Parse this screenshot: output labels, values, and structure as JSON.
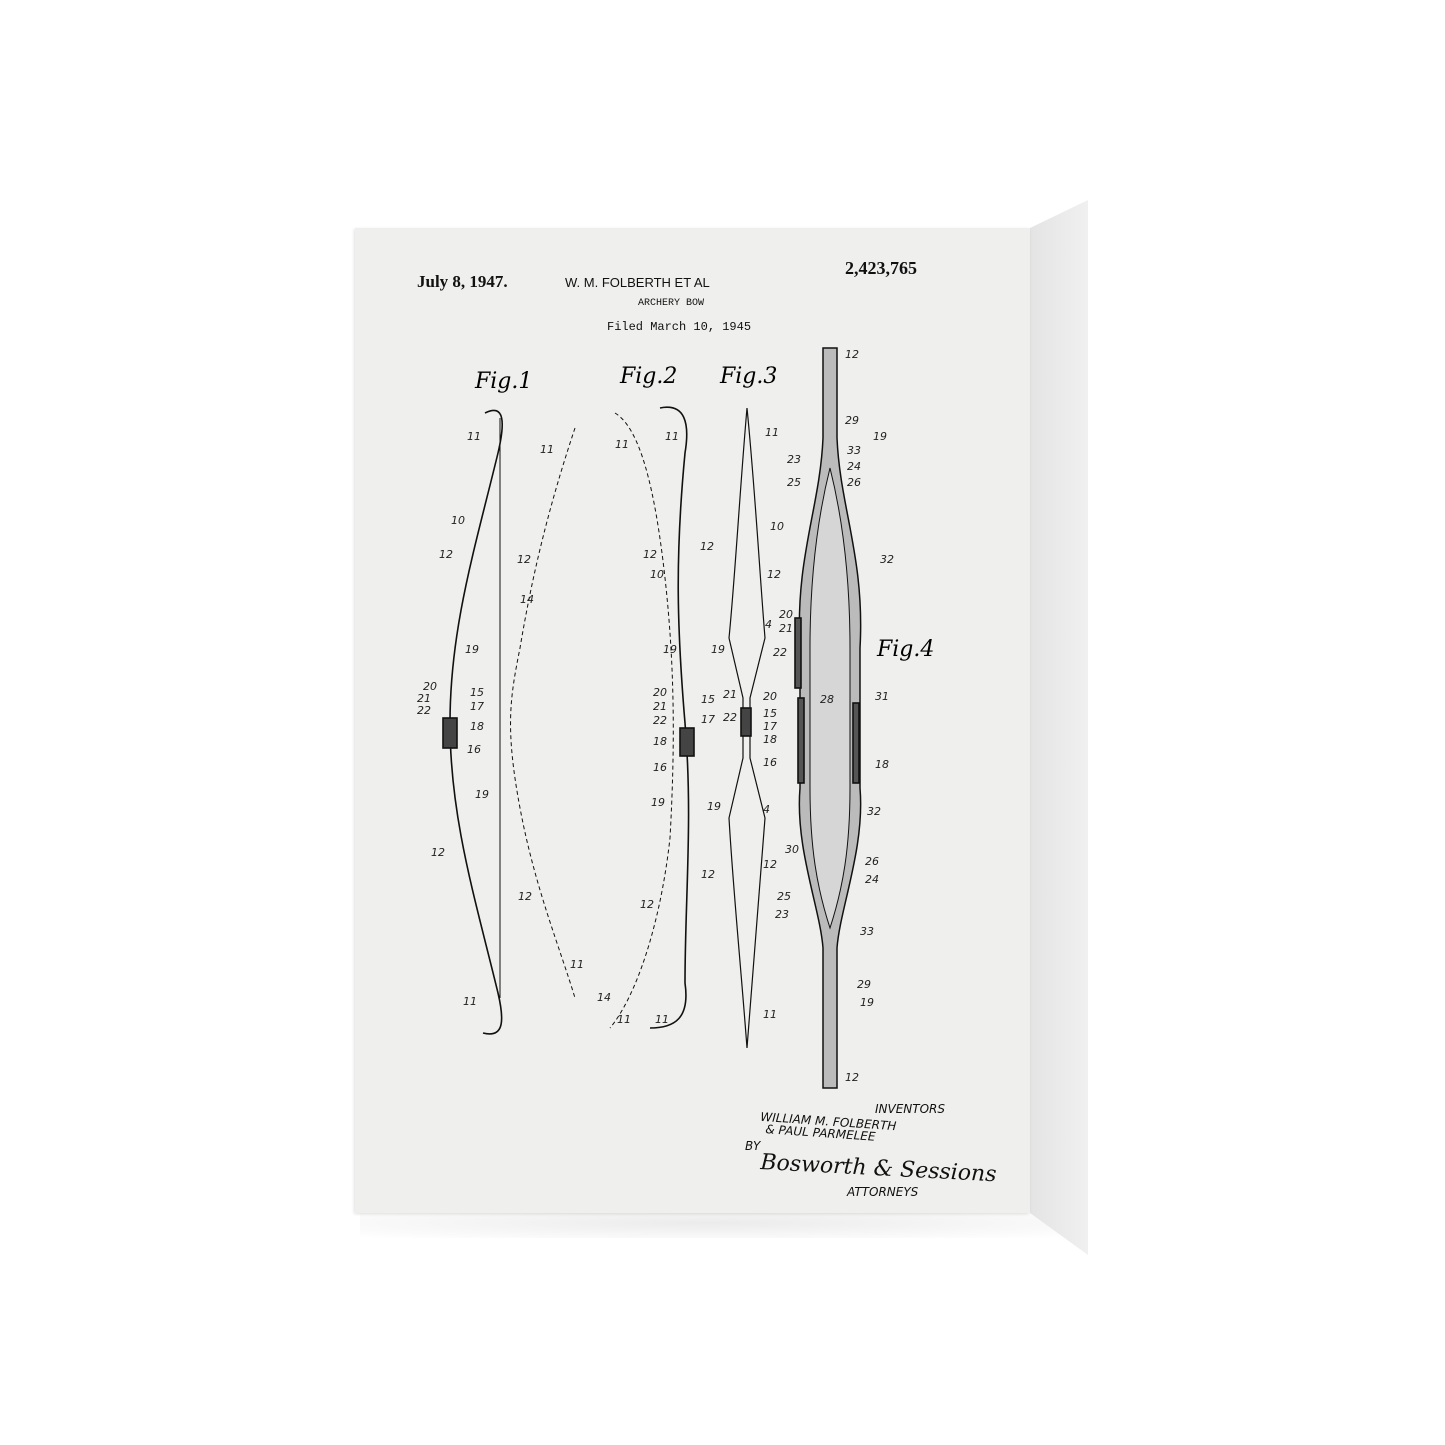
{
  "patent": {
    "date": "July 8, 1947.",
    "inventor_header": "W. M. FOLBERTH ET AL",
    "patent_number": "2,423,765",
    "title": "ARCHERY BOW",
    "filed": "Filed March 10, 1945"
  },
  "figures": [
    "Fig.1",
    "Fig.2",
    "Fig.3",
    "Fig.4"
  ],
  "numerals": {
    "fig1": [
      "11",
      "10",
      "12",
      "12",
      "14",
      "19",
      "20",
      "21",
      "22",
      "15",
      "17",
      "18",
      "16",
      "19",
      "12",
      "12",
      "11",
      "11",
      "14",
      "11"
    ],
    "fig2": [
      "11",
      "11",
      "12",
      "12",
      "10",
      "19",
      "20",
      "21",
      "22",
      "15",
      "17",
      "18",
      "16",
      "19",
      "12",
      "12",
      "11",
      "11"
    ],
    "fig3": [
      "11",
      "10",
      "12",
      "4",
      "19",
      "21",
      "20",
      "22",
      "15",
      "17",
      "18",
      "16",
      "19",
      "4",
      "12",
      "11"
    ],
    "fig4": [
      "12",
      "29",
      "19",
      "23",
      "33",
      "24",
      "25",
      "26",
      "32",
      "20",
      "21",
      "22",
      "28",
      "31",
      "18",
      "32",
      "30",
      "26",
      "24",
      "25",
      "23",
      "33",
      "29",
      "19",
      "12"
    ]
  },
  "signature": {
    "inventors_label": "INVENTORS",
    "line1": "WILLIAM M. FOLBERTH",
    "line2": "& PAUL PARMELEE",
    "by": "BY",
    "attorney_signature": "Bosworth & Sessions",
    "attorneys_label": "ATTORNEYS"
  },
  "colors": {
    "canvas": "#efefed",
    "ink": "#111111",
    "side": "#e8e8e8"
  }
}
